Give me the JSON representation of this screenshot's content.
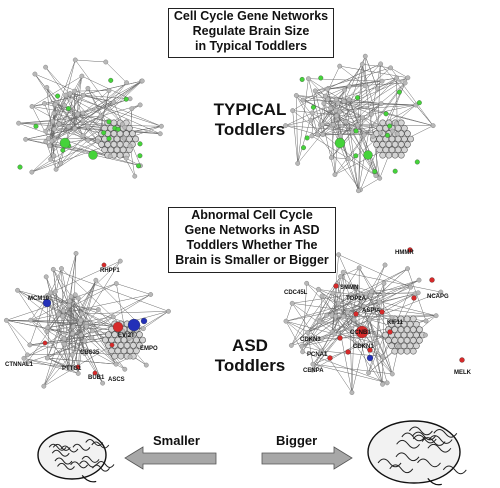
{
  "title_top": [
    "Cell Cycle Gene Networks",
    "Regulate Brain Size",
    "in Typical Toddlers"
  ],
  "typical_label": [
    "TYPICAL",
    "Toddlers"
  ],
  "title_middle": [
    "Abnormal Cell Cycle",
    "Gene Networks in ASD",
    "Toddlers Whether The",
    "Brain is Smaller or Bigger"
  ],
  "asd_label": [
    "ASD",
    "Toddlers"
  ],
  "smaller_label": "Smaller",
  "bigger_label": "Bigger",
  "left_asd_genes": [
    "MCM10",
    "RHPF1",
    "CTNNAL1",
    "CBS35",
    "PTTG1",
    "EVI2T",
    "EMPO",
    "BUB1",
    "ASCS"
  ],
  "right_asd_genes": [
    "HMMR",
    "CDC45L",
    "SMMN",
    "TOP2A",
    "ASPIA",
    "NCAPG",
    "KIF11",
    "CDKN3",
    "CCNB1",
    "PCNA1",
    "CDKN1",
    "CENPA",
    "MELK"
  ],
  "colors": {
    "node_gray": "#b8b8b8",
    "node_green": "#45d33a",
    "node_red": "#d62a2a",
    "node_blue": "#2330b8",
    "edge": "#6c6c6c",
    "arrow_fill": "#a7a7a7"
  },
  "icons": [
    "brain-icon-small",
    "brain-icon-big",
    "left-arrow-icon",
    "right-arrow-icon"
  ]
}
